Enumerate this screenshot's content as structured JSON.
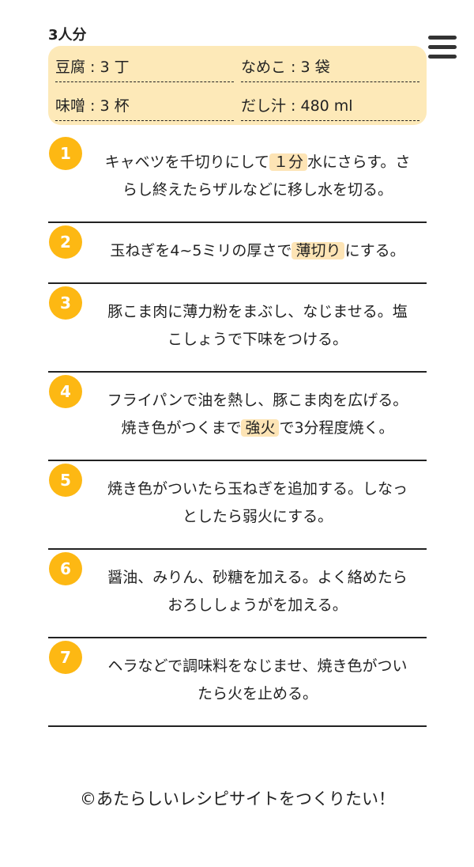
{
  "serving": "3人分",
  "ingredients": [
    {
      "text": "豆腐 : 3 丁"
    },
    {
      "text": "なめこ : 3 袋"
    },
    {
      "text": "味噌 : 3 杯"
    },
    {
      "text": "だし汁 : 480 ml"
    }
  ],
  "steps": [
    {
      "num": "1",
      "parts": [
        {
          "t": "キャベツを千切りにして"
        },
        {
          "t": "１分",
          "hl": true
        },
        {
          "t": "水にさらす。さらし終えたらザルなどに移し水を切る。"
        }
      ]
    },
    {
      "num": "2",
      "parts": [
        {
          "t": "玉ねぎを4~5ミリの厚さで"
        },
        {
          "t": "薄切り",
          "hl": true
        },
        {
          "t": "にする。"
        }
      ]
    },
    {
      "num": "3",
      "parts": [
        {
          "t": "豚こま肉に薄力粉をまぶし、なじませる。塩こしょうで下味をつける。"
        }
      ]
    },
    {
      "num": "4",
      "parts": [
        {
          "t": "フライパンで油を熱し、豚こま肉を広げる。焼き色がつくまで"
        },
        {
          "t": "強火",
          "hl": true
        },
        {
          "t": "で3分程度焼く。"
        }
      ]
    },
    {
      "num": "5",
      "parts": [
        {
          "t": "焼き色がついたら玉ねぎを追加する。しなっとしたら弱火にする。"
        }
      ]
    },
    {
      "num": "6",
      "parts": [
        {
          "t": "醤油、みりん、砂糖を加える。よく絡めたらおろししょうがを加える。"
        }
      ]
    },
    {
      "num": "7",
      "parts": [
        {
          "t": "ヘラなどで調味料をなじませ、焼き色がついたら火を止める。"
        }
      ]
    }
  ],
  "footer": "©あたらしいレシピサイトをつくりたい！",
  "colors": {
    "accent": "#fdb813",
    "box": "#fde9b8",
    "highlight": "#fde4b5"
  }
}
